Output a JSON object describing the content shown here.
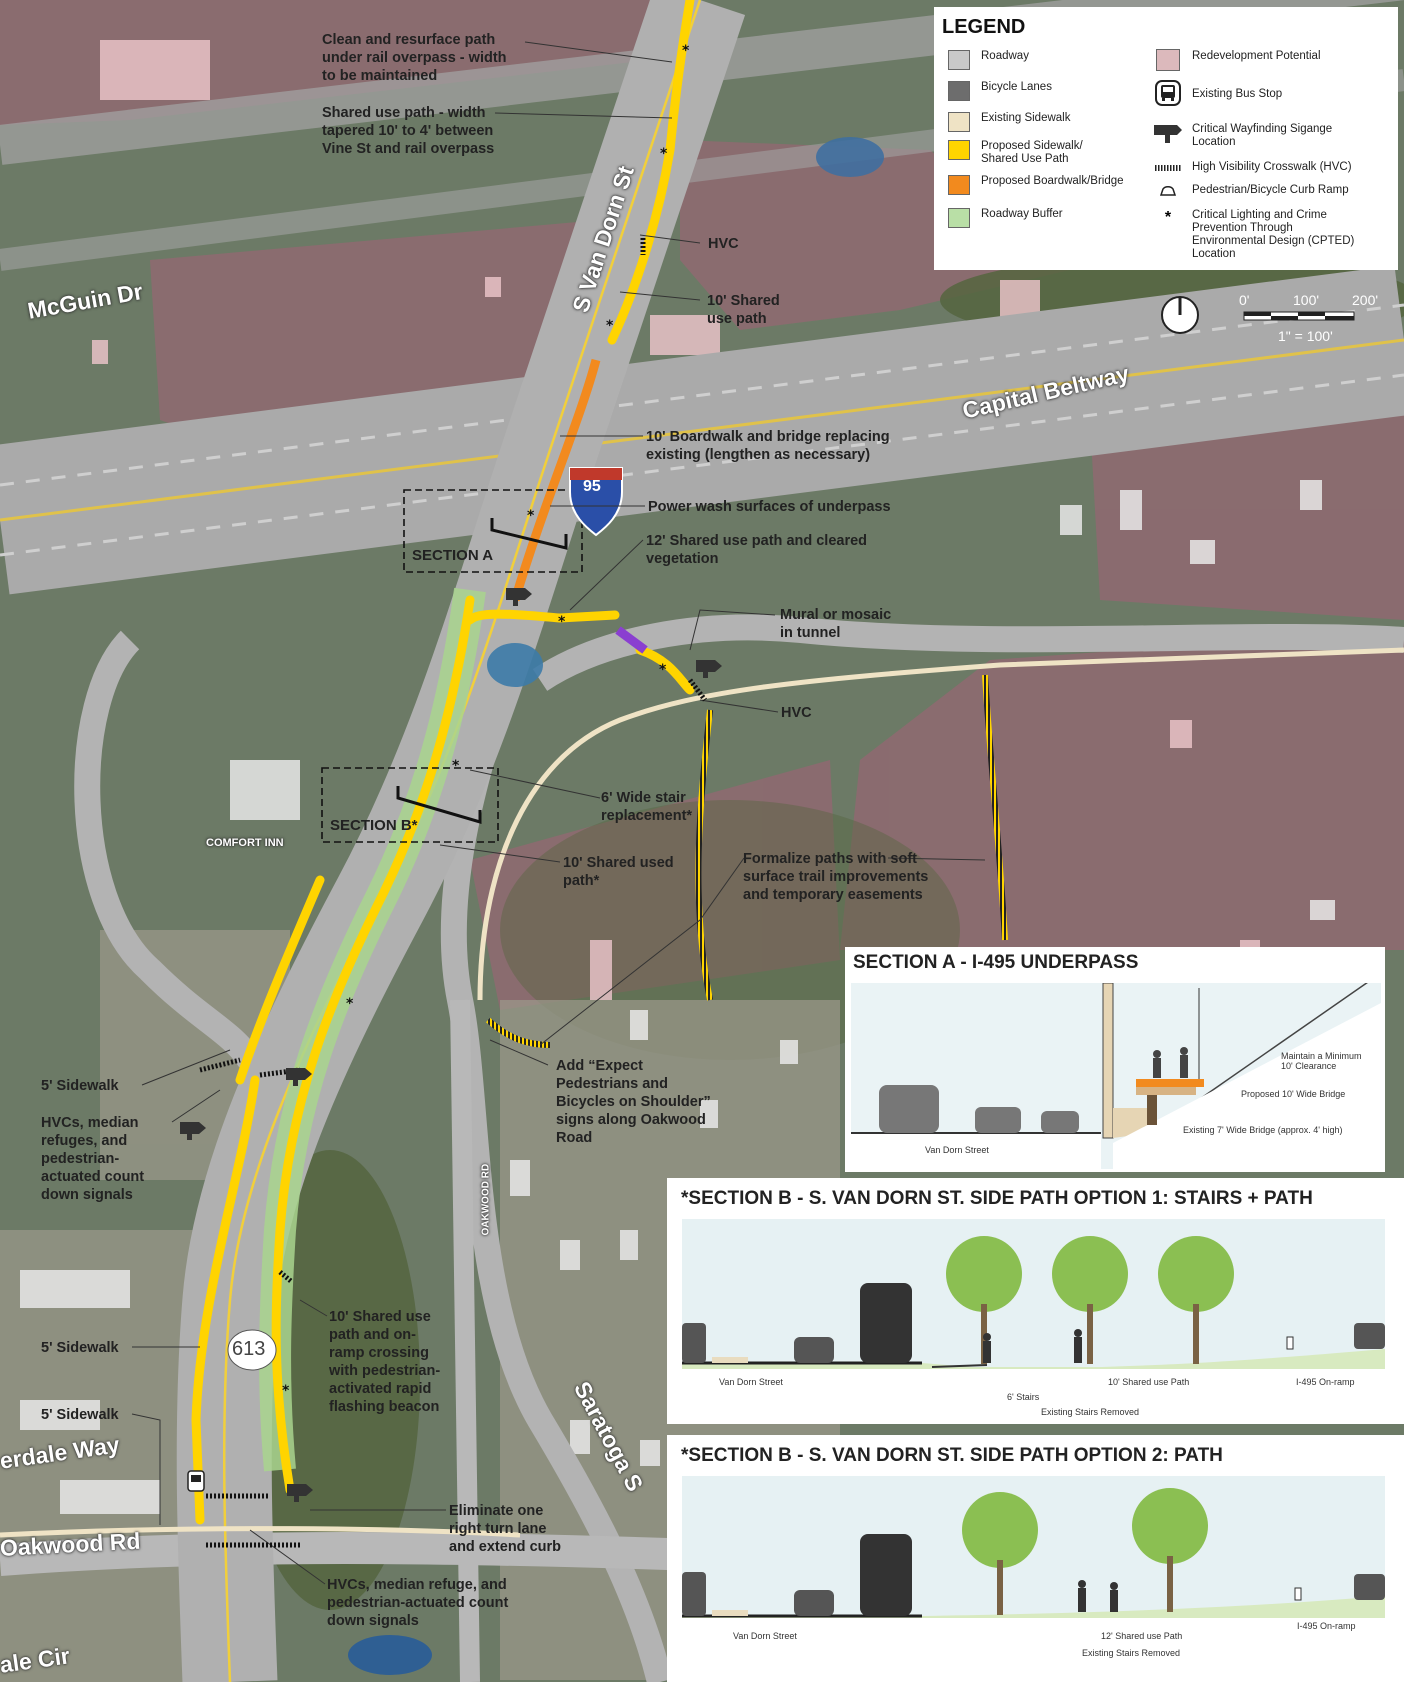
{
  "legend": {
    "title": "LEGEND",
    "left_items": [
      {
        "label": "Roadway",
        "color": "#c9c9c9"
      },
      {
        "label": "Bicycle Lanes",
        "color": "#6d6d6d"
      },
      {
        "label": "Existing Sidewalk",
        "color": "#efe3c5"
      },
      {
        "label": "Proposed Sidewalk/\nShared Use Path",
        "color": "#ffd400"
      },
      {
        "label": "Proposed Boardwalk/Bridge",
        "color": "#f28a1e"
      },
      {
        "label": "Roadway Buffer",
        "color": "#b9dfa6"
      }
    ],
    "right_items": [
      {
        "label": "Redevelopment Potential",
        "icon": "redevelopment-swatch",
        "color": "#dcb9bc"
      },
      {
        "label": "Existing Bus Stop",
        "icon": "bus-stop-icon"
      },
      {
        "label": "Critical Wayfinding Sigange\nLocation",
        "icon": "wayfinding-sign-icon"
      },
      {
        "label": "High Visibility Crosswalk (HVC)",
        "icon": "crosswalk-icon"
      },
      {
        "label": "Pedestrian/Bicycle Curb Ramp",
        "icon": "curb-ramp-icon"
      },
      {
        "label": "Critical Lighting and Crime\nPrevention Through\nEnvironmental Design (CPTED)\nLocation",
        "icon": "asterisk-icon"
      }
    ]
  },
  "scale": {
    "ticks": [
      "0'",
      "100'",
      "200'"
    ],
    "ratio": "1\" = 100'"
  },
  "map": {
    "streets": [
      "McGuin Dr",
      "S Van Dorn St",
      "Capital Beltway",
      "OAKWOOD RD",
      "Saratoga S",
      "erdale Way",
      "Oakwood Rd",
      "ale Cir"
    ],
    "shield_number": "95",
    "route_number": "613",
    "hotel": "COMFORT INN",
    "section_a_label": "SECTION A",
    "section_b_label": "SECTION B*",
    "annotations": {
      "a1": "Clean and resurface path\nunder rail overpass - width\nto be maintained",
      "a2": "Shared use path - width\ntapered 10' to 4' between\nVine St and rail overpass",
      "a3": "HVC",
      "a4": "10' Shared\nuse path",
      "a5": "10' Boardwalk and bridge replacing\nexisting (lengthen as necessary)",
      "a6": "Power wash surfaces of underpass",
      "a7": "12' Shared use path and cleared\nvegetation",
      "a8": "Mural or mosaic\nin tunnel",
      "a9": "HVC",
      "a10": "6' Wide stair\nreplacement*",
      "a11": "10' Shared used\npath*",
      "a12": "Formalize paths with soft\nsurface trail improvements\nand temporary easements",
      "a13": "5' Sidewalk",
      "a14": "HVCs, median\nrefuges, and\npedestrian-\nactuated count\ndown signals",
      "a15": "Add “Expect\nPedestrians and\nBicycles on Shoulder”\nsigns along Oakwood\nRoad",
      "a16": "5' Sidewalk",
      "a17": "5' Sidewalk",
      "a18": "10' Shared use\npath and on-\nramp crossing\nwith pedestrian-\nactivated rapid\nflashing beacon",
      "a19": "Eliminate one\nright turn lane\nand extend curb",
      "a20": "HVCs, median refuge, and\npedestrian-actuated count\ndown signals"
    }
  },
  "section_a": {
    "title": "SECTION A - I-495 UNDERPASS",
    "street": "Van Dorn Street",
    "clearance": "Maintain a Minimum\n10' Clearance",
    "bridge_new": "Proposed 10' Wide Bridge",
    "bridge_old": "Existing 7' Wide Bridge  (approx. 4' high)"
  },
  "section_b1": {
    "title": "*SECTION B - S. VAN DORN ST. SIDE PATH OPTION 1: STAIRS + PATH",
    "street": "Van Dorn Street",
    "ramp": "I-495 On-ramp",
    "path": "10' Shared use Path",
    "stairs": "6' Stairs",
    "removed": "Existing Stairs Removed"
  },
  "section_b2": {
    "title": "*SECTION B - S. VAN DORN ST. SIDE PATH OPTION 2: PATH",
    "street": "Van Dorn Street",
    "ramp": "I-495 On-ramp",
    "path": "12' Shared use Path",
    "removed": "Existing Stairs Removed"
  }
}
